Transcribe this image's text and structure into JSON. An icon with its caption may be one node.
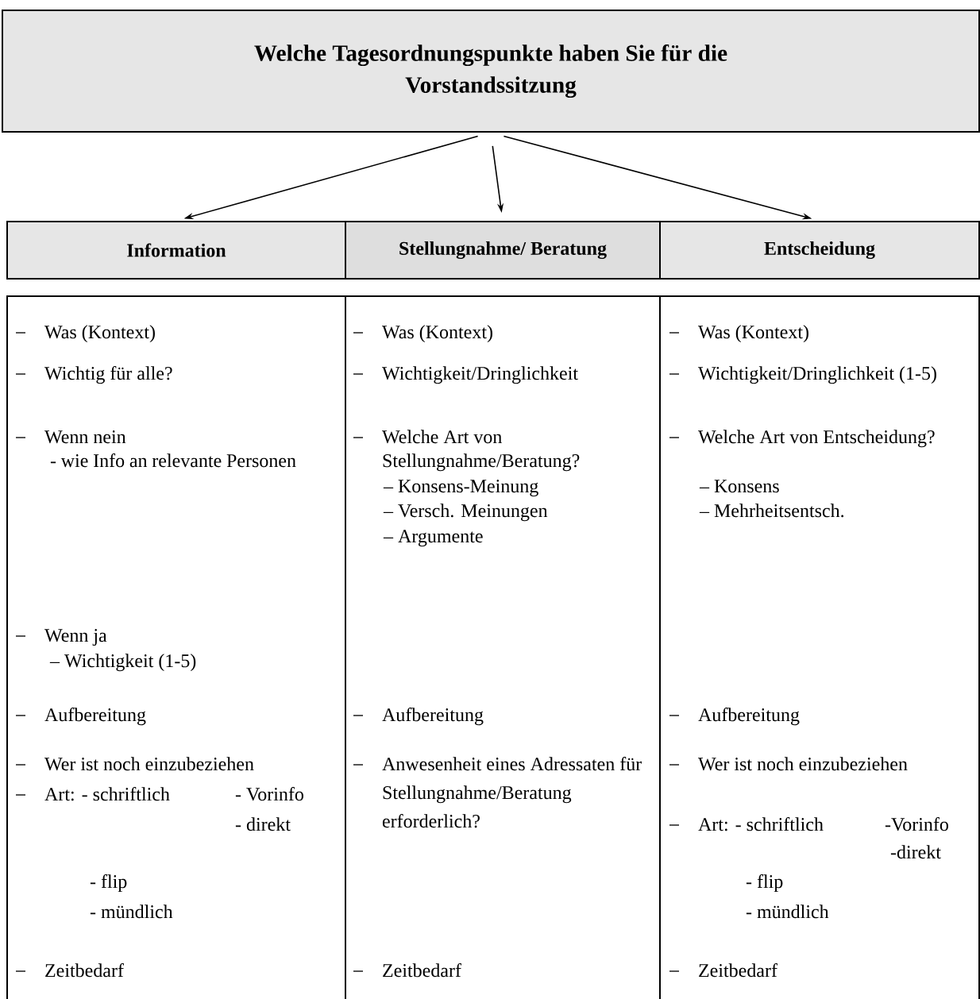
{
  "diagram": {
    "nodes": [
      {
        "text": [
          "Welche Tagesordnungspunkte haben Sie für die Vorstandssitzung"
        ]
      },
      {
        "text": [
          "Information"
        ]
      },
      {
        "text": [
          "Stellungnahme/ Beratung"
        ]
      },
      {
        "text": [
          "Entscheidung"
        ]
      },
      {
        "text": [
          "Was (Kontext)",
          "Wichtig für alle?",
          "Wenn nein",
          "- wie Info an relevante Personen",
          "Wenn ja",
          "– Wichtigkeit (1-5)",
          "Aufbereitung",
          "Wer ist noch einzubeziehen",
          "Art: - schriftlich",
          "- Vorinfo",
          "- direkt",
          "- flip",
          "- mündlich",
          "Zeitbedarf"
        ]
      },
      {
        "text": [
          "Was (Kontext)",
          "Wichtigkeit/Dringlichkeit",
          "Welche Art von Stellungnahme/Beratung?",
          "– Konsens-Meinung",
          "– Versch. Meinungen",
          "– Argumente",
          "Aufbereitung",
          "Anwesenheit eines Adressaten für Stellungnahme/Beratung erforderlich?",
          "Zeitbedarf"
        ]
      },
      {
        "text": [
          "Was (Kontext)",
          "Wichtigkeit/Dringlichkeit (1-5)",
          "Welche Art von Entscheidung?",
          "– Konsens",
          "– Mehrheitsentsch.",
          "Aufbereitung",
          "Wer ist noch einzubeziehen",
          "Art: - schriftlich",
          "-Vorinfo",
          "-direkt",
          "- flip",
          "- mündlich",
          "Zeitbedarf"
        ]
      }
    ],
    "edges": [
      {
        "from": 0,
        "to": 1,
        "arrow": "to"
      },
      {
        "from": 0,
        "to": 2,
        "arrow": "to"
      },
      {
        "from": 0,
        "to": 3,
        "arrow": "to"
      }
    ]
  }
}
